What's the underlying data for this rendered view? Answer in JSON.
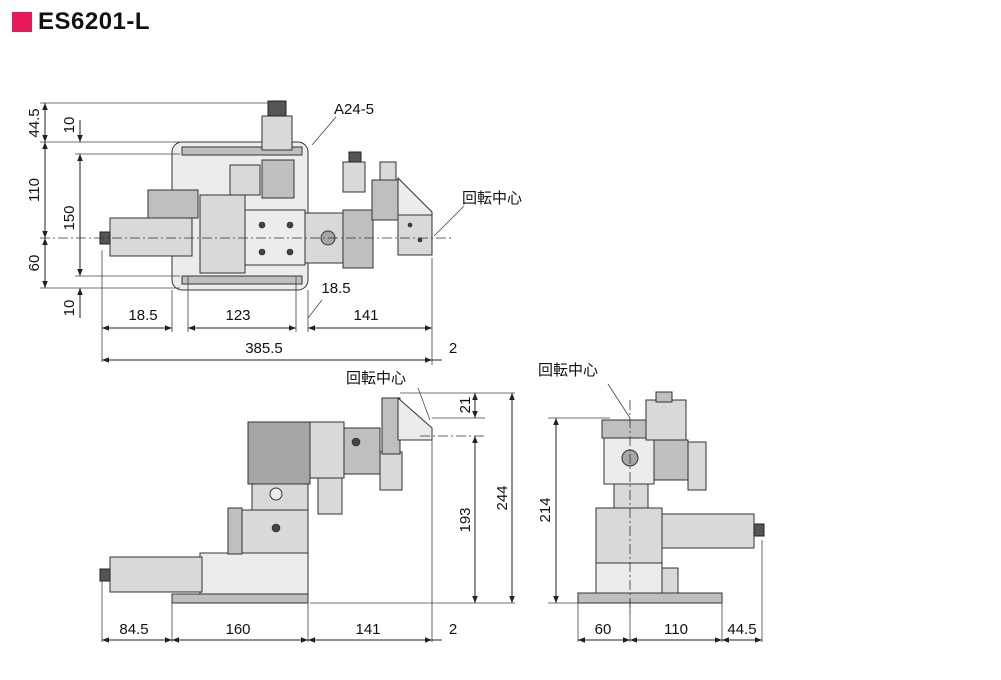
{
  "title": {
    "text": "ES6201-L",
    "marker_color": "#e6195a"
  },
  "top_view": {
    "callout_part": "A24-5",
    "callout_center": "回転中心",
    "left_dims": [
      "44.5",
      "10",
      "110",
      "150",
      "60",
      "10"
    ],
    "bottom_dims": [
      "18.5",
      "123",
      "18.5",
      "141",
      "385.5",
      "2"
    ]
  },
  "front_view": {
    "callout_center": "回転中心",
    "right_dims": [
      "21",
      "193",
      "244"
    ],
    "bottom_dims": [
      "84.5",
      "160",
      "141",
      "2"
    ]
  },
  "side_view": {
    "callout_center": "回転中心",
    "left_dims": [
      "214"
    ],
    "bottom_dims": [
      "60",
      "110",
      "44.5"
    ]
  }
}
